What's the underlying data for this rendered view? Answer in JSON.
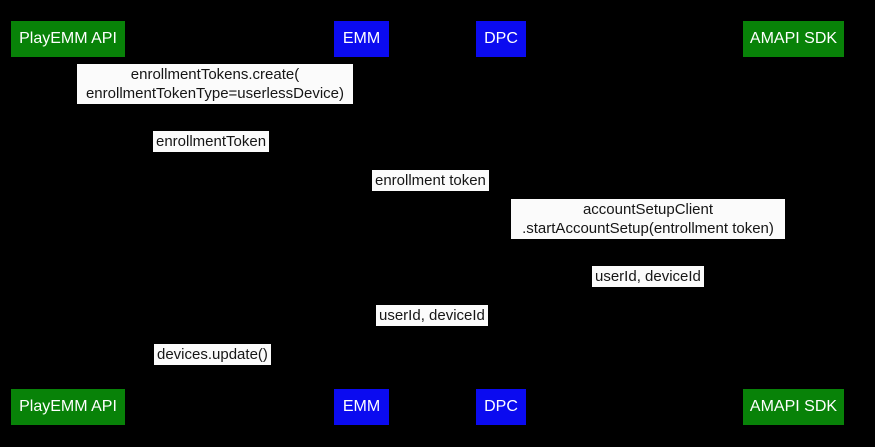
{
  "diagram": {
    "type": "sequence-diagram",
    "background_color": "#000000",
    "label_background_color": "#fbfbfb",
    "label_text_color": "#161616",
    "actor_text_color": "#ffffff",
    "colors": {
      "green": "#088208",
      "blue": "#0b0bf0"
    },
    "actors": [
      {
        "id": "playemm",
        "label": "PlayEMM API",
        "color": "green"
      },
      {
        "id": "emm",
        "label": "EMM",
        "color": "blue"
      },
      {
        "id": "dpc",
        "label": "DPC",
        "color": "blue"
      },
      {
        "id": "amapi",
        "label": "AMAPI SDK",
        "color": "green"
      }
    ],
    "messages": [
      {
        "between": [
          "EMM",
          "PlayEMM API"
        ],
        "lines": [
          "enrollmentTokens.create(",
          "enrollmentTokenType=userlessDevice)"
        ]
      },
      {
        "between": [
          "PlayEMM API",
          "EMM"
        ],
        "lines": [
          "enrollmentToken"
        ]
      },
      {
        "between": [
          "EMM",
          "DPC"
        ],
        "lines": [
          "enrollment token"
        ]
      },
      {
        "between": [
          "DPC",
          "AMAPI SDK"
        ],
        "lines": [
          "accountSetupClient",
          ".startAccountSetup(entrollment token)"
        ]
      },
      {
        "between": [
          "AMAPI SDK",
          "DPC"
        ],
        "lines": [
          "userId, deviceId"
        ]
      },
      {
        "between": [
          "DPC",
          "EMM"
        ],
        "lines": [
          "userId, deviceId"
        ]
      },
      {
        "between": [
          "EMM",
          "PlayEMM API"
        ],
        "lines": [
          "devices.update()"
        ]
      }
    ]
  }
}
